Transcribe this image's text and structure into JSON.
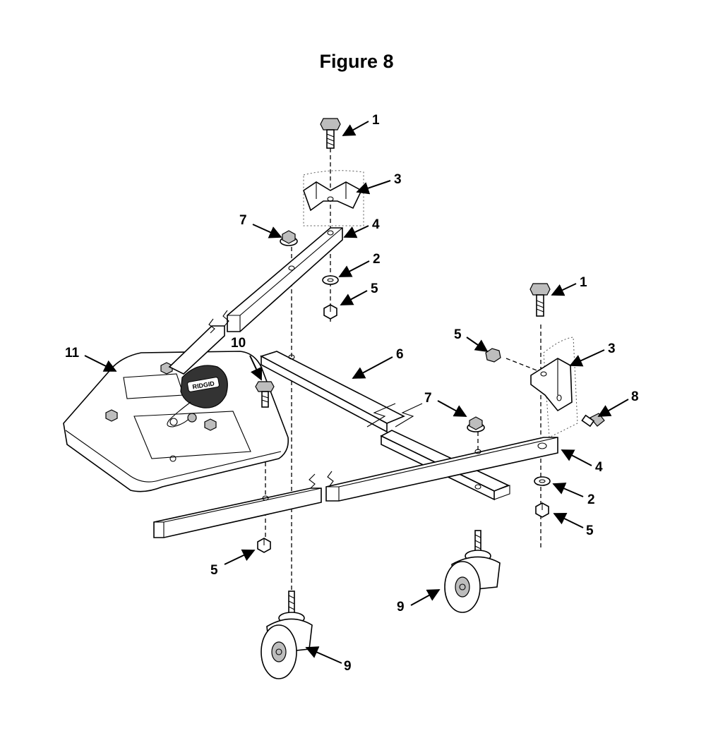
{
  "figure": {
    "title": "Figure 8"
  },
  "callouts": {
    "c1_top": "1",
    "c3_top": "3",
    "c7_left": "7",
    "c4_top": "4",
    "c2_top": "2",
    "c5_top": "5",
    "c1_right": "1",
    "c5_mid": "5",
    "c3_right": "3",
    "c11": "11",
    "c10": "10",
    "c6": "6",
    "c7_mid": "7",
    "c8": "8",
    "c4_right": "4",
    "c2_right": "2",
    "c5_right": "5",
    "c5_bottom": "5",
    "c9_right": "9",
    "c9_bottom": "9"
  },
  "pedal_logo": "RIDGID"
}
